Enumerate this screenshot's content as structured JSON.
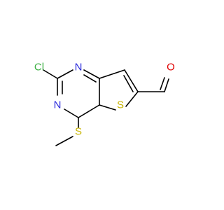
{
  "molecule": {
    "atoms": {
      "cl": "Cl",
      "n1": "N",
      "n3": "N",
      "s_ring": "S",
      "s_methyl": "S",
      "o": "O"
    },
    "colors": {
      "bond": "#000000",
      "Cl": "#3cb043",
      "N": "#2b2bdc",
      "S": "#c8b400",
      "O": "#e00000"
    }
  }
}
